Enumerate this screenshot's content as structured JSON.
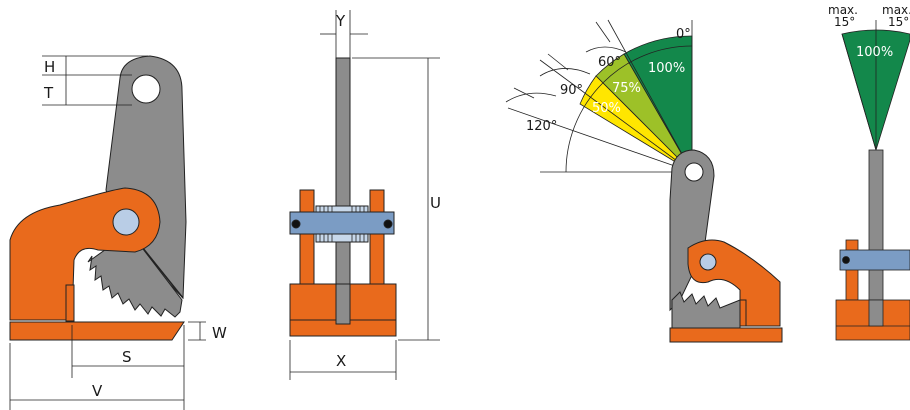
{
  "dimensions": {
    "h": "H",
    "t": "T",
    "y": "Y",
    "u": "U",
    "w": "W",
    "s": "S",
    "v": "V",
    "x": "X"
  },
  "angles": {
    "a0": "0°",
    "a60": "60°",
    "a90": "90°",
    "a120": "120°"
  },
  "load_sectors": {
    "s100": "100%",
    "s75": "75%",
    "s50": "50%"
  },
  "side_view": {
    "max_left_top": "max.",
    "max_left_bottom": "15°",
    "max_right_top": "max.",
    "max_right_bottom": "15°",
    "capacity": "100%"
  },
  "colors": {
    "orange": "#e96a1c",
    "steel": "#8c8c8c",
    "green": "#13884b",
    "lime": "#9dc128",
    "yellow": "#ffe600",
    "bolt": "#b9cde6"
  }
}
